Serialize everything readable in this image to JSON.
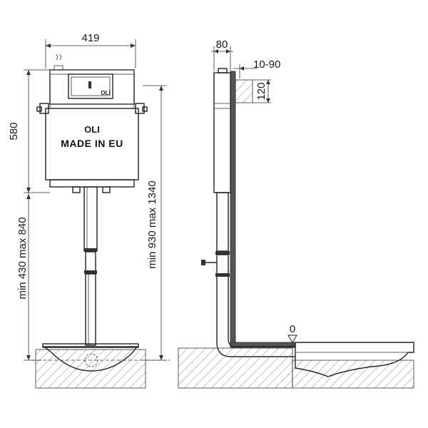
{
  "front_view": {
    "width_label": "419",
    "height_label": "580",
    "leg_label": "min 430 max 840",
    "total_label": "min 930 max 1340",
    "brand_label": "OLI",
    "tank_logo": "OLI",
    "tank_text": "MADE IN EU"
  },
  "side_view": {
    "depth_label": "80",
    "wall_gap_label": "10-90",
    "plate_height_label": "120",
    "floor_level_label": "0"
  },
  "colors": {
    "line": "#222222",
    "grid": "#9a9a9a",
    "wall": "#555555",
    "hatch": "#777777"
  }
}
